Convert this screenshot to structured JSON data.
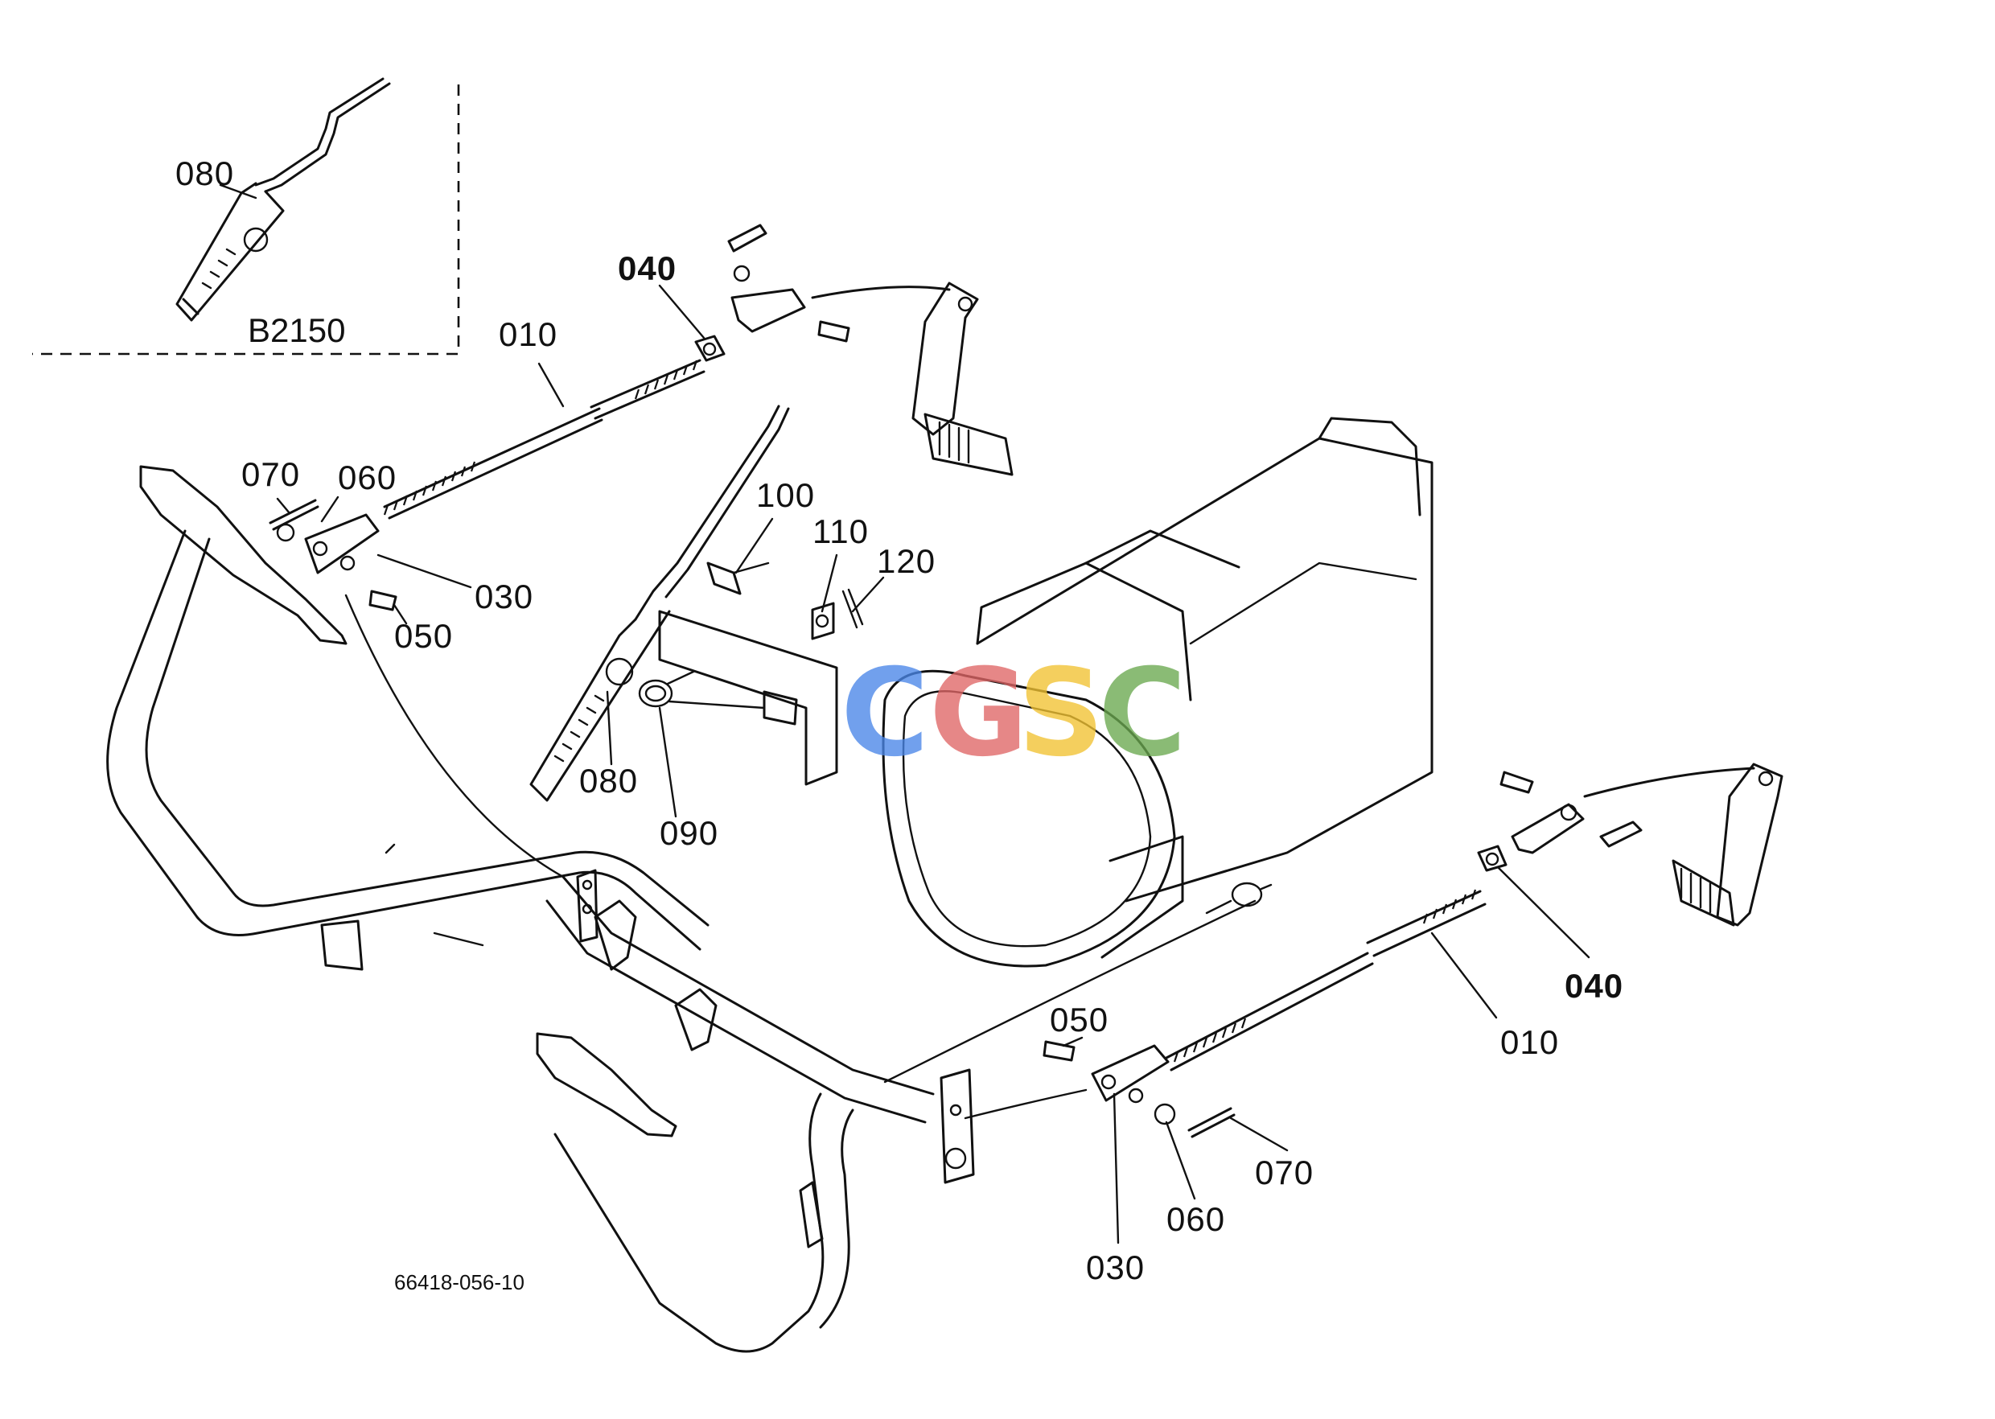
{
  "inset": {
    "model_label": "B2150",
    "part_label": "080"
  },
  "callouts": [
    {
      "id": "c040a",
      "text": "040",
      "bold": true
    },
    {
      "id": "c010a",
      "text": "010"
    },
    {
      "id": "c070a",
      "text": "070"
    },
    {
      "id": "c060a",
      "text": "060"
    },
    {
      "id": "c030a",
      "text": "030"
    },
    {
      "id": "c050a",
      "text": "050"
    },
    {
      "id": "c100",
      "text": "100"
    },
    {
      "id": "c110",
      "text": "110"
    },
    {
      "id": "c120",
      "text": "120"
    },
    {
      "id": "c080",
      "text": "080"
    },
    {
      "id": "c090",
      "text": "090"
    },
    {
      "id": "c040b",
      "text": "040",
      "bold": true
    },
    {
      "id": "c010b",
      "text": "010"
    },
    {
      "id": "c050b",
      "text": "050"
    },
    {
      "id": "c070b",
      "text": "070"
    },
    {
      "id": "c060b",
      "text": "060"
    },
    {
      "id": "c030b",
      "text": "030"
    }
  ],
  "drawing_number": "66418-056-10",
  "watermark": {
    "letters": [
      "C",
      "G",
      "S",
      "C"
    ],
    "colors": [
      "#4a86e8",
      "#e06666",
      "#f1c232",
      "#6aa84f"
    ]
  }
}
